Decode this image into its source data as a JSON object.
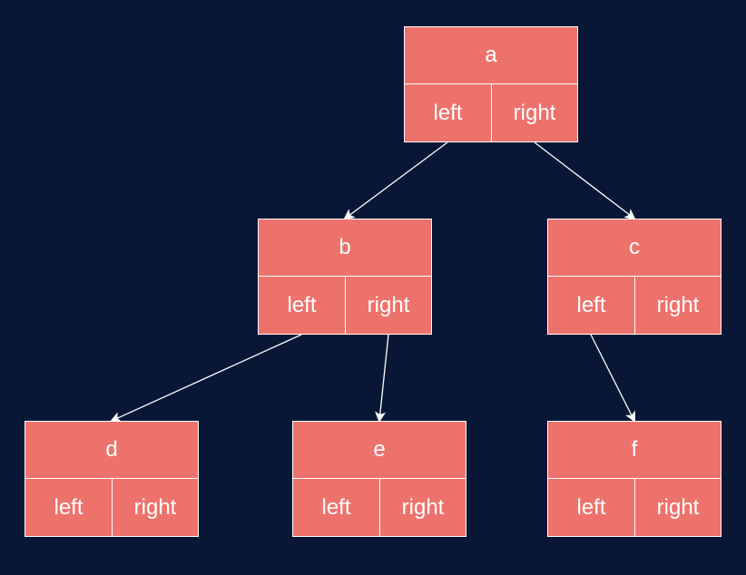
{
  "colors": {
    "background": "#081735",
    "node_fill": "#ee726c",
    "stroke": "#ffffff",
    "text": "#ffffff"
  },
  "nodes": [
    {
      "id": "a",
      "key": "a",
      "left_label": "left",
      "right_label": "right"
    },
    {
      "id": "b",
      "key": "b",
      "left_label": "left",
      "right_label": "right"
    },
    {
      "id": "c",
      "key": "c",
      "left_label": "left",
      "right_label": "right"
    },
    {
      "id": "d",
      "key": "d",
      "left_label": "left",
      "right_label": "right"
    },
    {
      "id": "e",
      "key": "e",
      "left_label": "left",
      "right_label": "right"
    },
    {
      "id": "f",
      "key": "f",
      "left_label": "left",
      "right_label": "right"
    }
  ],
  "edges": [
    {
      "from": "a",
      "side": "left",
      "to": "b"
    },
    {
      "from": "a",
      "side": "right",
      "to": "c"
    },
    {
      "from": "b",
      "side": "left",
      "to": "d"
    },
    {
      "from": "b",
      "side": "right",
      "to": "e"
    },
    {
      "from": "c",
      "side": "left",
      "to": "f"
    }
  ]
}
